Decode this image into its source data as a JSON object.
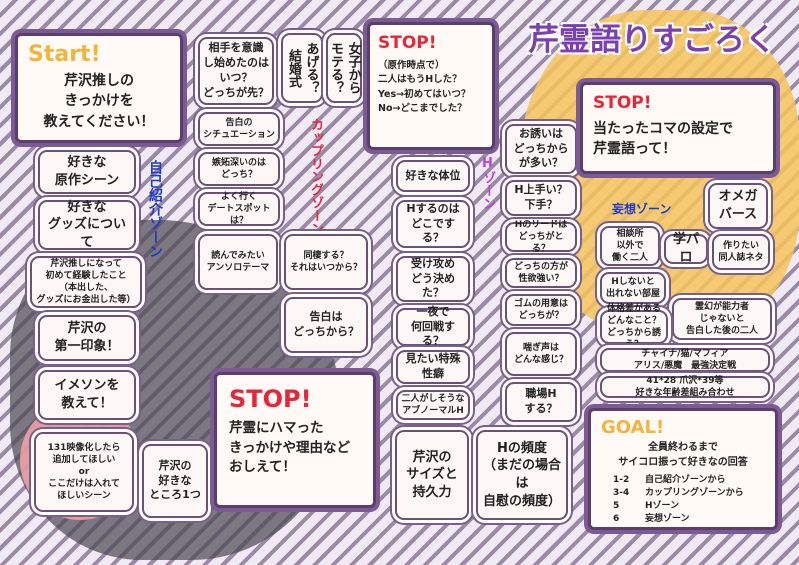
{
  "title": "芹霊語りすごろく",
  "start": {
    "label": "Start!",
    "text": "芹沢推しの\nきっかけを\n教えてください！"
  },
  "zones": {
    "self": "自己紹介ゾーン",
    "couple": "カップリングゾーン",
    "h": "Hゾーン",
    "mousou": "妄想ゾーン"
  },
  "squares": {
    "s1": "好きな\n原作シーン",
    "s2": "好きな\nグッズについて",
    "s3": "芹沢推しになって\n初めて経験したこと\n（本出した、\nグッズにお金出した等）",
    "s4": "芹沢の\n第一印象！",
    "s5": "イメソンを\n教えて！",
    "s6": "131映像化したら\n追加してほしい\nor\nここだけは入れて\nほしいシーン",
    "s7": "芹沢の\n好きな\nところ1つ",
    "c1": "相手を意識\nし始めたのは\nいつ？\nどっちが先？",
    "c2": "あげる？\n結婚式",
    "c3": "女子から\nモテる？",
    "c4": "告白の\nシチュエーション",
    "c5": "嫉妬深いのは\nどっち？",
    "c6": "よく行く\nデートスポットは？",
    "c7": "読んでみたい\nアンソロテーマ",
    "c8": "同棲する？\nそれはいつから？",
    "c9": "告白は\nどっちから？",
    "h1": "好きな体位",
    "h2": "Hするのは\nどこでする？",
    "h3": "受け攻め\nどう決めた？",
    "h4": "一夜で\n何回戦する？",
    "h5": "見たい特殊\n性癖",
    "h6": "二人がしそうな\nアブノーマルH",
    "h7": "芹沢の\nサイズと\n持久力",
    "h8": "Hの頻度\n（まだの場合は\n自慰の頻度）",
    "h9": "お誘いは\nどっちから\nが多い？",
    "h10": "H上手い？\n下手？",
    "h11": "Hのリードは\nどっちがとる？",
    "h12": "どっちの方が\n性欲強い？",
    "h13": "ゴムの用意は\nどっちが？",
    "h14": "喘ぎ声は\nどんな感じ？",
    "h15": "職場H\nする？",
    "m1": "オメガ\nバース",
    "m2": "相談所\n以外で\n働く二人",
    "m3": "学パロ",
    "m4": "作りたい\n同人誌ネタ",
    "m5": "Hしないと\n出れない部屋",
    "m6": "霊幻が能力者\nじゃないと\n告白した後の二人",
    "m7": "体格差がある\nどんなこと？\nどっちから誘う？",
    "m8": "チャイナ/猫/マフィア\nアリス/悪魔　最強決定戦",
    "m9": "41*28 爪沢*39等\n好きな年齢差組み合わせ"
  },
  "stops": {
    "stop1": {
      "label": "STOP!",
      "text": "（原作時点で）\n二人はもうHした？\nYes→初めてはいつ？\nNo→どこまでした？"
    },
    "stop2": {
      "label": "STOP!",
      "text": "当たったコマの設定で\n芹霊語って！"
    },
    "stop3": {
      "label": "STOP!",
      "text": "芹霊にハマった\nきっかけや理由など\nおしえて！"
    }
  },
  "goal": {
    "label": "GOAL!",
    "text": "全員終わるまで\nサイコロ振って好きなの回答",
    "rules": [
      {
        "k": "1-2",
        "v": "自己紹介ゾーンから"
      },
      {
        "k": "3-4",
        "v": "カップリングゾーンから"
      },
      {
        "k": "5",
        "v": "Hゾーン"
      },
      {
        "k": "6",
        "v": "妄想ゾーン"
      }
    ]
  },
  "colors": {
    "accent": "#7b5e8a",
    "stop": "#e8263a",
    "title": "#7a3fb0",
    "zone_blue": "#1e3cc8",
    "zone_red": "#e8263a"
  }
}
